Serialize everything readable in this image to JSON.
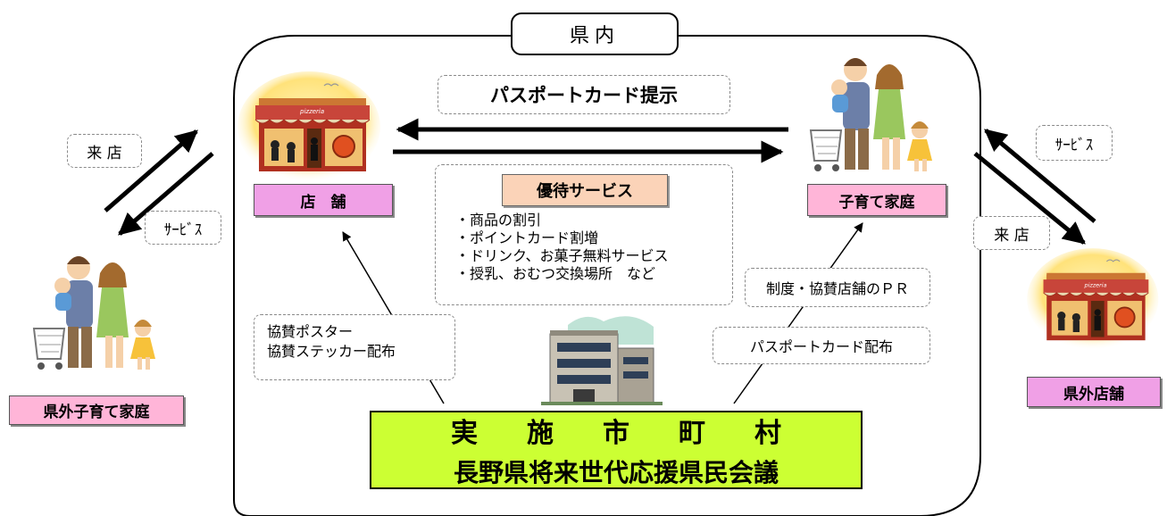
{
  "region_title": "県内",
  "edges": {
    "passport_present": "パスポートカード提示",
    "visit_left": "来 店",
    "service_left": "ｻｰﾋﾞｽ",
    "service_right": "ｻｰﾋﾞｽ",
    "visit_right": "来 店",
    "poster_line1": "協賛ポスター",
    "poster_line2": "協賛ステッカー配布",
    "pr": "制度・協賛店舗のＰＲ",
    "passport_dist": "パスポートカード配布"
  },
  "nodes": {
    "store": "店　舗",
    "family": "子育て家庭",
    "outside_family": "県外子育て家庭",
    "outside_store": "県外店舗"
  },
  "benefits": {
    "title": "優待サービス",
    "items": [
      "・商品の割引",
      "・ポイントカード割増",
      "・ドリンク、お菓子無料サービス",
      "・授乳、おむつ交換場所　など"
    ]
  },
  "organizer": {
    "chars": [
      "実",
      "施",
      "市",
      "町",
      "村"
    ],
    "line2": "長野県将来世代応援県民会議"
  },
  "store_sign": "pizzeria",
  "colors": {
    "pink": "#f0a0e6",
    "light_pink": "#ffb5d8",
    "peach": "#fbd3b8",
    "lime": "#ccff33",
    "sun_glow": "#ffe27a"
  }
}
